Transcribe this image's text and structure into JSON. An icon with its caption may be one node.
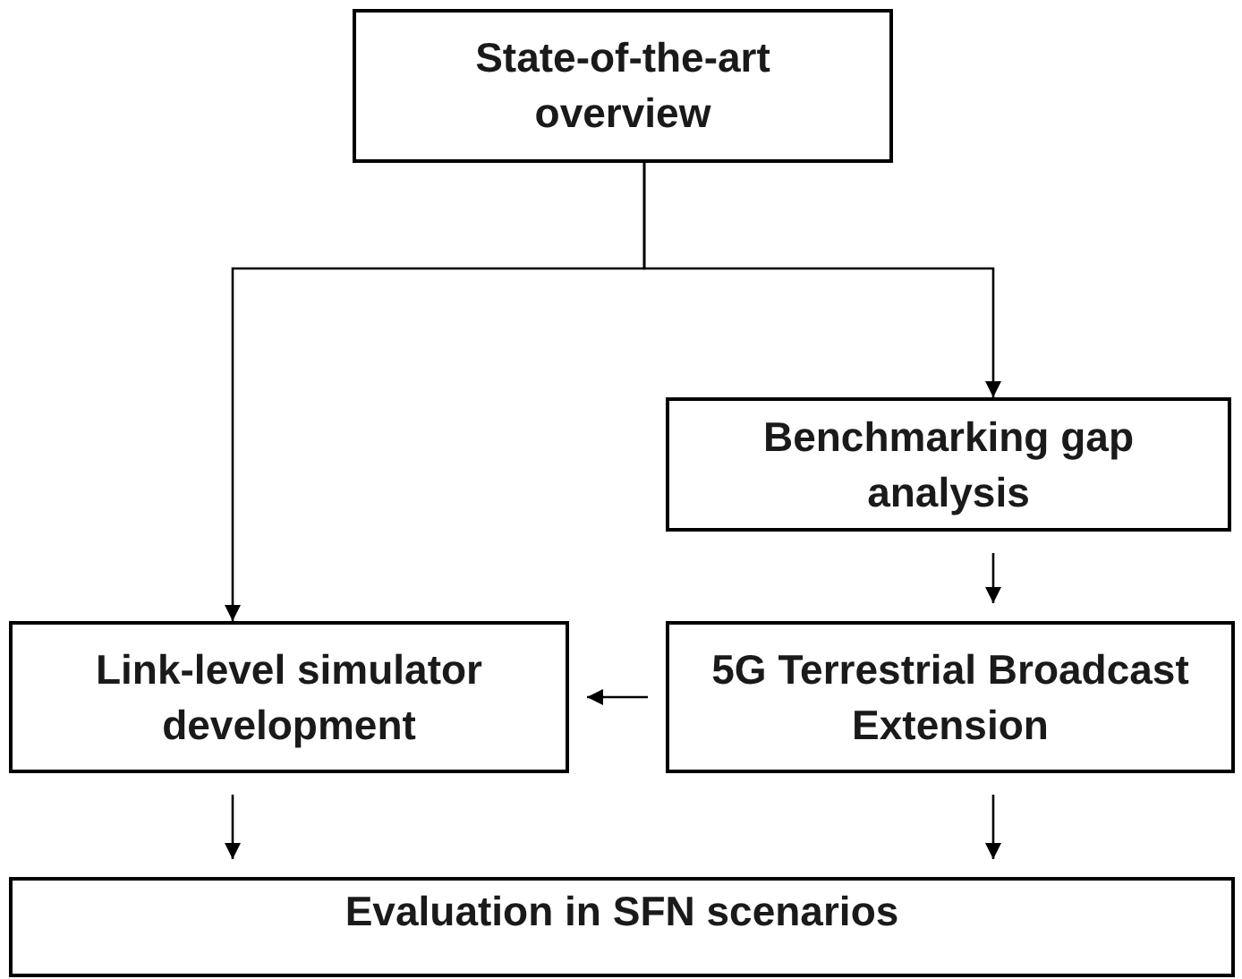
{
  "diagram": {
    "nodes": [
      {
        "text": [
          "State-of-the-art overview"
        ]
      },
      {
        "text": [
          "Benchmarking gap analysis"
        ]
      },
      {
        "text": [
          "Link-level simulator development"
        ]
      },
      {
        "text": [
          "5G Terrestrial Broadcast Extension"
        ]
      },
      {
        "text": [
          "Evaluation in SFN scenarios"
        ]
      }
    ],
    "edges": [
      {
        "from": 0,
        "to": 2,
        "arrow": "to"
      },
      {
        "from": 0,
        "to": 1,
        "arrow": "to"
      },
      {
        "from": 1,
        "to": 3,
        "arrow": "to"
      },
      {
        "from": 3,
        "to": 2,
        "arrow": "to"
      },
      {
        "from": 2,
        "to": 4,
        "arrow": "to"
      },
      {
        "from": 3,
        "to": 4,
        "arrow": "to"
      }
    ]
  }
}
